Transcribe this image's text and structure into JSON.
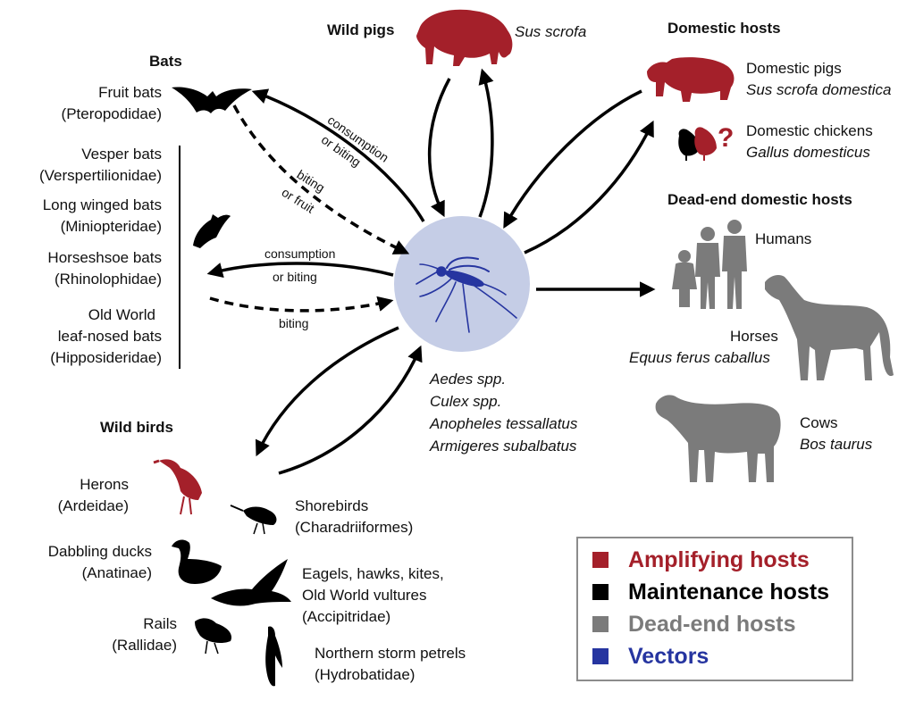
{
  "colors": {
    "amplifying": "#a4202a",
    "maintenance": "#000000",
    "dead_end": "#7b7b7b",
    "vector": "#2635a0",
    "circle": "#c5cde6"
  },
  "groups": {
    "bats": "Bats",
    "wild_pigs": "Wild pigs",
    "domestic_hosts": "Domestic hosts",
    "dead_end_domestic": "Dead-end domestic hosts",
    "wild_birds": "Wild birds"
  },
  "wild_pig_latin": "Sus scrofa",
  "bats": [
    {
      "name": "Fruit bats",
      "family": "(Pteropodidae)"
    },
    {
      "name": "Vesper bats",
      "family": "(Verspertilionidae)"
    },
    {
      "name": "Long winged bats",
      "family": "(Miniopteridae)"
    },
    {
      "name": "Horseshsoe bats",
      "family": "(Rhinolophidae)"
    },
    {
      "name": "Old World",
      "name2": "leaf-nosed bats",
      "family": "(Hipposideridae)"
    }
  ],
  "domestic": [
    {
      "name": "Domestic pigs",
      "latin": "Sus scrofa domestica"
    },
    {
      "name": "Domestic chickens",
      "latin": "Gallus domesticus"
    }
  ],
  "question_mark": "?",
  "dead_end": [
    {
      "name": "Humans",
      "latin": ""
    },
    {
      "name": "Horses",
      "latin": "Equus ferus caballus"
    },
    {
      "name": "Cows",
      "latin": "Bos taurus"
    }
  ],
  "vectors": [
    "Aedes spp.",
    "Culex spp.",
    "Anopheles tessallatus",
    "Armigeres subalbatus"
  ],
  "birds": [
    {
      "name": "Herons",
      "family": "(Ardeidae)"
    },
    {
      "name": "Shorebirds",
      "family": "(Charadriiformes)"
    },
    {
      "name": "Dabbling ducks",
      "family": "(Anatinae)"
    },
    {
      "name": "Eagels, hawks, kites,",
      "name2": "Old World vultures",
      "family": "(Accipitridae)"
    },
    {
      "name": "Rails",
      "family": "(Rallidae)"
    },
    {
      "name": "Northern storm petrels",
      "family": "(Hydrobatidae)"
    }
  ],
  "arrow_labels": {
    "fruitbat_solid_1": "consumption",
    "fruitbat_solid_2": "or biting",
    "fruitbat_dashed_1": "biting",
    "fruitbat_dashed_2": "or fruit",
    "bats_solid_1": "consumption",
    "bats_solid_2": "or biting",
    "bats_dashed": "biting"
  },
  "legend": [
    {
      "label": "Amplifying hosts",
      "color": "#a4202a"
    },
    {
      "label": "Maintenance hosts",
      "color": "#000000"
    },
    {
      "label": "Dead-end hosts",
      "color": "#7b7b7b"
    },
    {
      "label": "Vectors",
      "color": "#2635a0"
    }
  ]
}
